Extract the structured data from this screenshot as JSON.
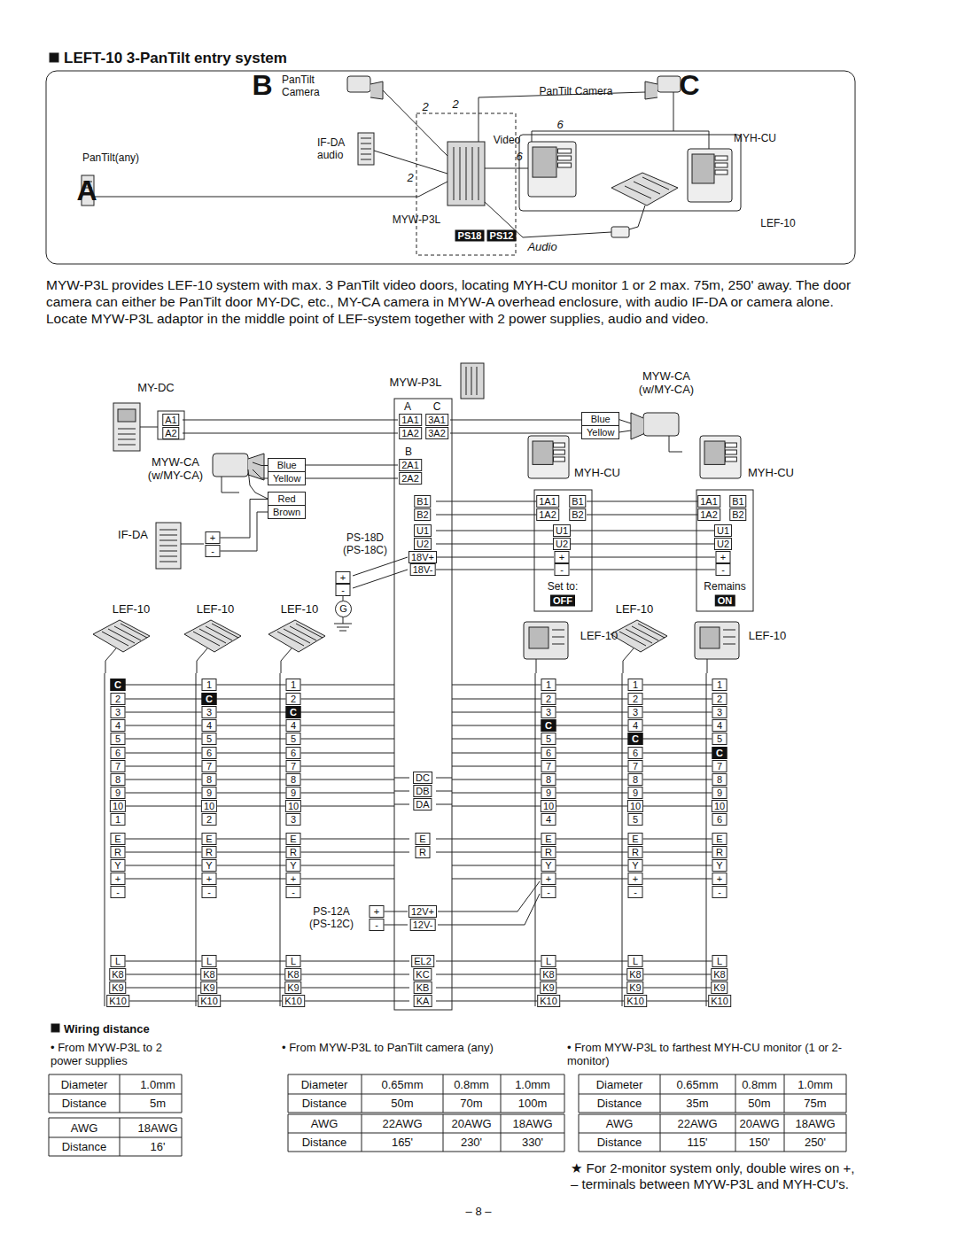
{
  "diagram": {
    "title": "LEFT-10 3-PanTilt entry system",
    "nodes": [
      {
        "text": [
          "Blue",
          "Yellow"
        ]
      },
      {
        "text": [
          "Red",
          "Brown"
        ]
      },
      {
        "text": [
          "Blue",
          "Yellow"
        ]
      },
      {
        "text": [
          "G"
        ]
      }
    ],
    "labels": [
      "B",
      "PanTilt Camera",
      "2",
      "2",
      "PanTilt Camera",
      "C",
      "6",
      "IF-DA audio",
      "Video",
      "6",
      "PanTilt(any)",
      "MYH-CU",
      "A",
      "2",
      "MYW-P3L",
      "PS18",
      "PS12",
      "LEF-10",
      "Audio",
      "MYW-P3L provides LEF-10 system with max. 3 PanTilt video doors, locating MYH-CU monitor 1 or 2 max. 75m, 250' away. The door camera can either be PanTilt door MY-DC, etc., MY-CA camera in MYW-A overhead enclosure, with audio IF-DA or camera alone. Locate MYW-P3L adaptor in the middle point of LEF-system together with 2 power supplies, audio and video.",
      "MY-DC",
      "MYW-P3L",
      "MYW-CA (w/MY-CA)",
      "A1",
      "A2",
      "A",
      "C",
      "1A1",
      "3A1",
      "1A2",
      "3A2",
      "B",
      "2A1",
      "2A2",
      "B1",
      "B2",
      "U1",
      "U2",
      "18V+",
      "18V-",
      "DC",
      "DB",
      "DA",
      "E",
      "R",
      "12V+",
      "12V-",
      "EL2",
      "KC",
      "KB",
      "KA",
      "MYW-CA (w/MY-CA)",
      "IF-DA",
      "+",
      "-",
      "PS-18D (PS-18C)",
      "+",
      "-",
      "MYH-CU",
      "1A1",
      "B1",
      "1A2",
      "B2",
      "U1",
      "U2",
      "+",
      "-",
      "Set to:",
      "OFF",
      "MYH-CU",
      "1A1",
      "B1",
      "1A2",
      "B2",
      "U1",
      "U2",
      "+",
      "-",
      "Remains",
      "ON",
      "LEF-10",
      "LEF-10",
      "LEF-10",
      "LEF-10",
      "LEF-10",
      "LEF-10",
      "PS-12A (PS-12C)",
      "+",
      "-",
      "C",
      "2",
      "3",
      "4",
      "5",
      "6",
      "7",
      "8",
      "9",
      "10",
      "1",
      "E",
      "R",
      "Y",
      "+",
      "-",
      "L",
      "K8",
      "K9",
      "K10",
      "1",
      "C",
      "3",
      "4",
      "5",
      "6",
      "7",
      "8",
      "9",
      "10",
      "2",
      "E",
      "R",
      "Y",
      "+",
      "-",
      "L",
      "K8",
      "K9",
      "K10",
      "1",
      "2",
      "C",
      "4",
      "5",
      "6",
      "7",
      "8",
      "9",
      "10",
      "3",
      "E",
      "R",
      "Y",
      "+",
      "-",
      "L",
      "K8",
      "K9",
      "K10",
      "1",
      "2",
      "3",
      "C",
      "5",
      "6",
      "7",
      "8",
      "9",
      "10",
      "4",
      "E",
      "R",
      "Y",
      "+",
      "-",
      "L",
      "K8",
      "K9",
      "K10",
      "1",
      "2",
      "3",
      "4",
      "C",
      "6",
      "7",
      "8",
      "9",
      "10",
      "5",
      "E",
      "R",
      "Y",
      "+",
      "-",
      "L",
      "K8",
      "K9",
      "K10",
      "1",
      "2",
      "3",
      "4",
      "5",
      "C",
      "7",
      "8",
      "9",
      "10",
      "6",
      "E",
      "R",
      "Y",
      "+",
      "-",
      "L",
      "K8",
      "K9",
      "K10",
      "Wiring distance",
      "• From MYW-P3L to 2 power supplies",
      "Diameter",
      "1.0mm",
      "Distance",
      "5m",
      "AWG",
      "18AWG",
      "Distance",
      "16'",
      "• From MYW-P3L to PanTilt camera (any)",
      "Diameter",
      "0.65mm",
      "0.8mm",
      "1.0mm",
      "Distance",
      "50m",
      "70m",
      "100m",
      "AWG",
      "22AWG",
      "20AWG",
      "18AWG",
      "Distance",
      "165'",
      "230'",
      "330'",
      "• From MYW-P3L to farthest MYH-CU monitor (1 or 2-monitor)",
      "Diameter",
      "0.65mm",
      "0.8mm",
      "1.0mm",
      "Distance",
      "35m",
      "50m",
      "75m",
      "AWG",
      "22AWG",
      "20AWG",
      "18AWG",
      "Distance",
      "115'",
      "150'",
      "250'",
      "★ For 2-monitor system only, double wires on +, – terminals between MYW-P3L and MYH-CU's.",
      "– 8 –"
    ]
  }
}
